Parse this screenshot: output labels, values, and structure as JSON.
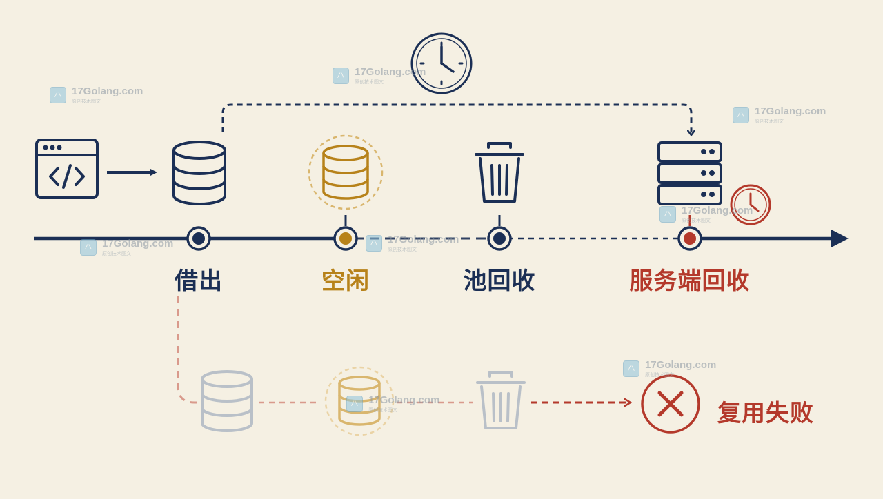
{
  "colors": {
    "background": "#f5f0e3",
    "navy": "#1b2f55",
    "gold": "#b7821a",
    "red": "#b4392b",
    "faded_gray": "#b9c0c8",
    "faded_gold": "#d9b66e",
    "faded_red": "#d99a8c"
  },
  "timeline": {
    "stages": [
      {
        "label": "借出",
        "icon": "database-icon",
        "color": "navy"
      },
      {
        "label": "空闲",
        "icon": "database-icon",
        "color": "gold"
      },
      {
        "label": "池回收",
        "icon": "trash-icon",
        "color": "navy"
      },
      {
        "label": "服务端回收",
        "icon": "server-icon",
        "color": "red"
      }
    ],
    "source_icon": "code-window-icon",
    "timer_icon": "clock-icon"
  },
  "failure_path": {
    "icons": [
      "database-icon",
      "database-icon",
      "trash-icon",
      "error-x-icon"
    ],
    "label": "复用失败"
  },
  "watermark": {
    "text": "17Golang.com",
    "subtext": "原创技术图文"
  }
}
